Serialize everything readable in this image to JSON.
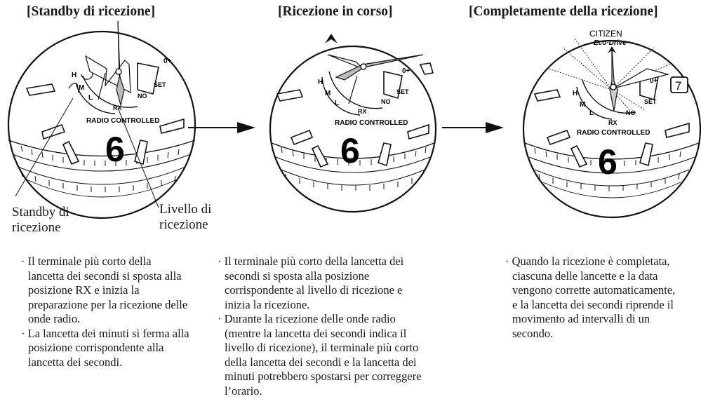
{
  "titles": {
    "left": "[Standby di ricezione]",
    "center": "[Ricezione in corso]",
    "right": "[Completamente della ricezione]"
  },
  "dial": {
    "radio_controlled": "RADIO CONTROLLED",
    "hour_6": "6",
    "rx": "RX",
    "h": "H",
    "m": "M",
    "l": "L",
    "no": "NO",
    "set": "SET",
    "zero_plus": "0+",
    "date": "7",
    "brand": "CITIZEN",
    "brand_sub": "Eco·Drive"
  },
  "callouts": {
    "standby_line1": "Standby di",
    "standby_line2": "ricezione",
    "level_line1": "Livello di",
    "level_line2": "ricezione"
  },
  "descriptions": {
    "left": [
      "· Il terminale più corto della lancetta dei secondi si sposta alla posizione RX e inizia la preparazione per la ricezione delle onde radio.",
      "· La lancetta dei minuti si ferma alla posizione corrispondente alla lancetta dei secondi."
    ],
    "center": [
      "· Il terminale più corto della lancetta dei secondi si sposta alla posizione corrispondente al livello di ricezione e inizia la ricezione.",
      "· Durante la ricezione delle onde radio (mentre la lancetta dei secondi indica il livello di ricezione), il terminale più corto della lancetta dei secondi e la lancetta dei minuti potrebbero spostarsi per correggere l’orario."
    ],
    "right": [
      "· Quando la ricezione è completata, ciascuna delle lancette e la data vengono corrette automaticamente, e la lancetta dei secondi riprende il movimento ad intervalli di un secondo."
    ]
  }
}
